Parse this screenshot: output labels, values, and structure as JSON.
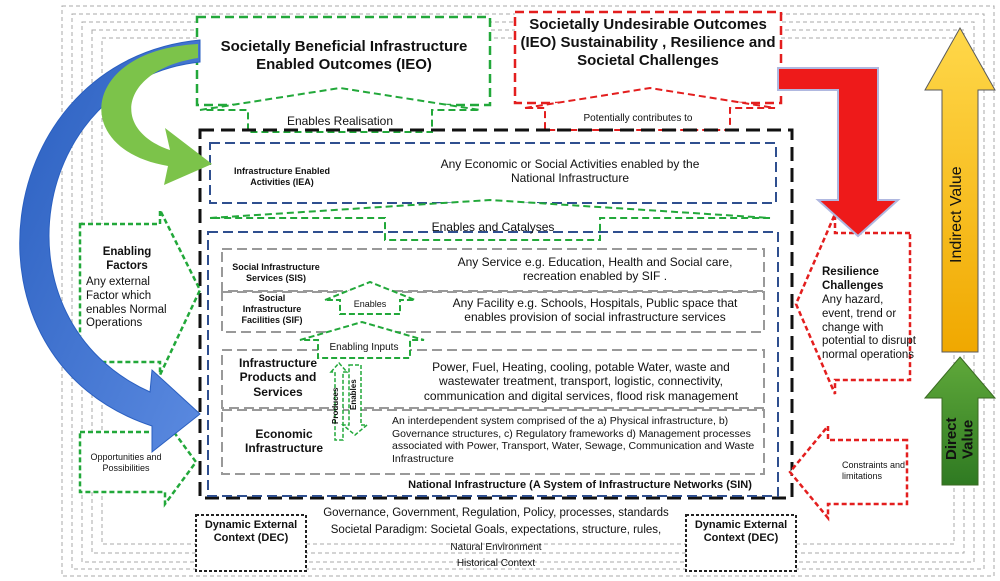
{
  "outcomes": {
    "beneficial": "Societally Beneficial Infrastructure Enabled Outcomes (IEO)",
    "undesirable": "Societally Undesirable Outcomes (IEO) Sustainability , Resilience and Societal Challenges",
    "enables_realisation": "Enables Realisation",
    "potentially_contributes": "Potentially contributes to"
  },
  "iea": {
    "label": "Infrastructure  Enabled Activities (IEA)",
    "desc": "Any Economic or Social Activities enabled by the National Infrastructure"
  },
  "enables_catalyses": "Enables and Catalyses",
  "sis": {
    "label": "Social Infrastructure Services (SIS)",
    "desc": "Any Service e.g. Education, Health and Social care, recreation enabled by SIF ."
  },
  "sif": {
    "label": "Social Infrastructure Facilities (SIF)",
    "desc": "Any Facility e.g. Schools, Hospitals, Public space that enables provision of social infrastructure services",
    "enables": "Enables"
  },
  "enabling_inputs": "Enabling Inputs",
  "ips": {
    "label": "Infrastructure Products and Services",
    "desc": "Power, Fuel, Heating, cooling, potable Water, waste and wastewater treatment, transport, logistic, connectivity, communication and digital services, flood risk management",
    "produces": "Produces",
    "enables": "Enables"
  },
  "econ": {
    "label": "Economic Infrastructure",
    "desc": "An interdependent system comprised of the a) Physical infrastructure, b)   Governance structures, c) Regulatory frameworks d) Management processes associated with Power, Transport, Water, Sewage, Communication and Waste Infrastructure"
  },
  "sin": "National Infrastructure (A System of Infrastructure Networks (SIN)",
  "enabling_factors": {
    "title": "Enabling Factors",
    "body": "Any external Factor which enables Normal Operations"
  },
  "opportunities": "Opportunities and Possibilities",
  "resilience": {
    "title": "Resilience Challenges",
    "body": "Any hazard, event, trend or change with potential to disrupt normal operations"
  },
  "constraints": "Constraints and limitations",
  "context": {
    "line1": "Governance, Government, Regulation, Policy, processes, standards",
    "line2": "Societal Paradigm: Societal Goals, expectations, structure, rules,",
    "line3": "Natural Environment",
    "line4": "Historical Context"
  },
  "dec_left": "Dynamic External Context (DEC)",
  "dec_right": "Dynamic External Context (DEC)",
  "value": {
    "indirect": "Indirect Value",
    "direct": "Direct Value"
  },
  "colors": {
    "green": "#22a83a",
    "red": "#e31e1e",
    "navy": "#2f4f8f",
    "gray": "#999999",
    "blue_arrow": "#3a6fd0",
    "light_green_arrow": "#7cc34a",
    "yellow": "#f5b800",
    "dark_green": "#3a8a2a"
  }
}
